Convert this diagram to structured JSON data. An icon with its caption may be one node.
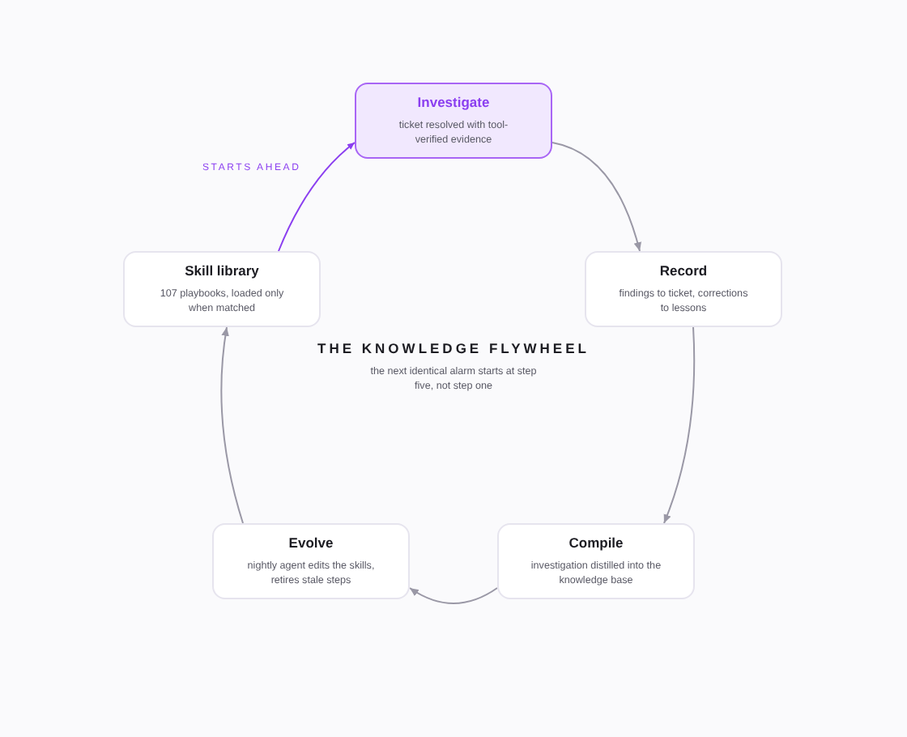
{
  "diagram": {
    "title": "THE KNOWLEDGE FLYWHEEL",
    "nodes": [
      {
        "text": [
          "Investigate",
          "ticket resolved with tool-verified evidence"
        ]
      },
      {
        "text": [
          "Record",
          "findings to ticket, corrections to lessons"
        ]
      },
      {
        "text": [
          "Compile",
          "investigation distilled into the knowledge base"
        ]
      },
      {
        "text": [
          "Evolve",
          "nightly agent edits the skills, retires stale steps"
        ]
      },
      {
        "text": [
          "Skill library",
          "107 playbooks, loaded only when matched"
        ]
      }
    ],
    "edges": [
      {
        "from": 0,
        "to": 1,
        "arrow": "to"
      },
      {
        "from": 1,
        "to": 2,
        "arrow": "to"
      },
      {
        "from": 2,
        "to": 3,
        "arrow": "to"
      },
      {
        "from": 3,
        "to": 4,
        "arrow": "to"
      },
      {
        "from": 4,
        "to": 0,
        "arrow": "to",
        "label": "STARTS AHEAD",
        "color": "#8b3ff0"
      }
    ],
    "labels": [
      "the next identical alarm starts at step five, not step one"
    ]
  }
}
